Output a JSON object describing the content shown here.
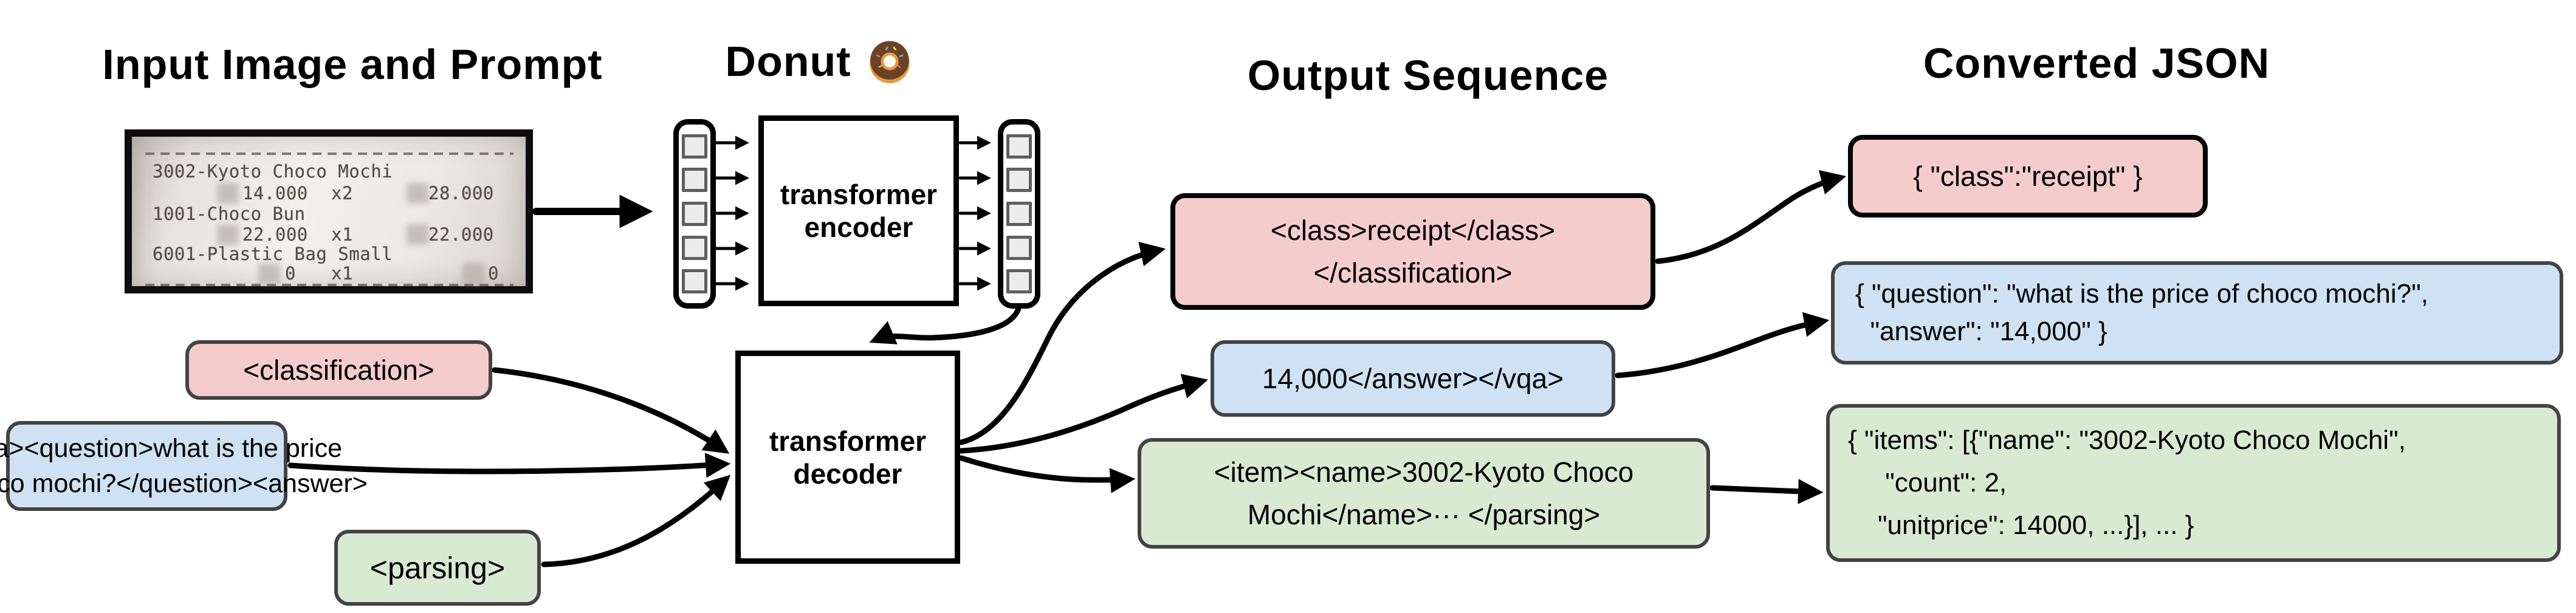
{
  "titles": {
    "input": "Input Image and Prompt",
    "model": "Donut",
    "output": "Output Sequence",
    "json": "Converted JSON"
  },
  "receipt": {
    "items": [
      {
        "name": "3002-Kyoto Choco Mochi",
        "price": "14.000",
        "qty": "x2",
        "total": "28.000"
      },
      {
        "name": "1001-Choco Bun",
        "price": "22.000",
        "qty": "x1",
        "total": "22.000"
      },
      {
        "name": "6001-Plastic Bag Small",
        "price": "0",
        "qty": "x1",
        "total": "0"
      }
    ]
  },
  "model": {
    "encoder_line1": "transformer",
    "encoder_line2": "encoder",
    "decoder_line1": "transformer",
    "decoder_line2": "decoder"
  },
  "prompts": {
    "classification": "<classification>",
    "vqa_line1": "<vqa><question>what is the price",
    "vqa_line2": "of choco mochi?</question><answer>",
    "parsing": "<parsing>"
  },
  "output_sequence": {
    "classification_line1": "<class>receipt</class>",
    "classification_line2": "</classification>",
    "vqa": "14,000</answer></vqa>",
    "parsing_line1": "<item><name>3002-Kyoto Choco",
    "parsing_line2": "Mochi</name>··· </parsing>"
  },
  "converted_json": {
    "classification": "{ \"class\":\"receipt\" }",
    "vqa_line1": "{ \"question\": \"what is the price of choco mochi?\",",
    "vqa_line2": "  \"answer\": \"14,000\" }",
    "parsing_line1": "{ \"items\": [{\"name\": \"3002-Kyoto Choco Mochi\",",
    "parsing_line2": "     \"count\": 2,",
    "parsing_line3": "    \"unitprice\": 14000, ...}], ... }"
  },
  "colors": {
    "pink": "#f4cccc",
    "blue": "#cfe2f3",
    "green": "#d9ead3",
    "border_gray": "#434343",
    "border_black": "#000000",
    "arrow": "#000000"
  }
}
